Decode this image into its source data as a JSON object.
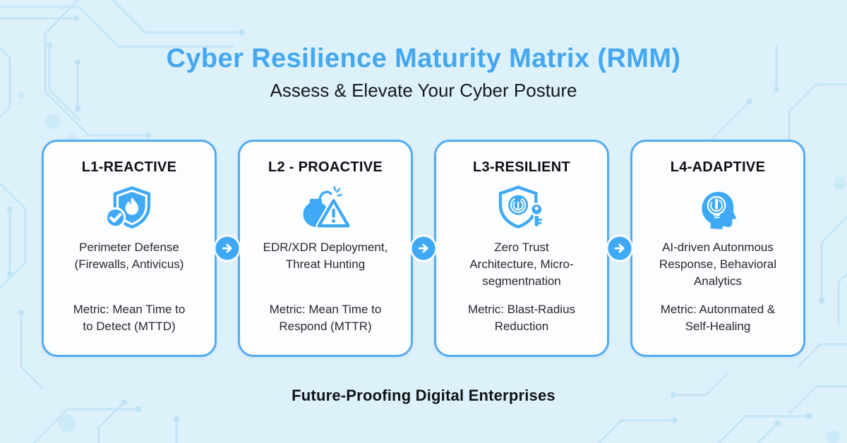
{
  "header": {
    "title": "Cyber Resilience Maturity Matrix (RMM)",
    "subtitle": "Assess & Elevate Your Cyber Posture"
  },
  "cards": [
    {
      "level": "L1-REACTIVE",
      "icon": "shield-check-flame-icon",
      "description": "Perimeter Defense\n(Firewalls, Antivicus)",
      "metric": "Metric: Mean Time to\nto Detect (MTTD)"
    },
    {
      "level": "L2 - PROACTIVE",
      "icon": "bomb-warning-icon",
      "description": "EDR/XDR Deployment,\nThreat Hunting",
      "metric": "Metric: Mean Time to\nRespond (MTTR)"
    },
    {
      "level": "L3-RESILIENT",
      "icon": "shield-fingerprint-key-icon",
      "description": "Zero Trust\nArchitecture, Micro-\nsegmentnation",
      "metric": "Metric: Blast-Radius\nReduction"
    },
    {
      "level": "L4-ADAPTIVE",
      "icon": "ai-head-bulb-icon",
      "description": "AI-driven Autonmous\nResponse, Behavioral\nAnalytics",
      "metric": "Metric: Autonmated &\nSelf-Healing"
    }
  ],
  "connector_icon": "arrow-right-icon",
  "footer": {
    "tagline": "Future-Proofing Digital Enterprises"
  },
  "colors": {
    "background": "#DDF1FB",
    "circuit_trace": "#C3E5F6",
    "accent_blue": "#3FA9F5",
    "title_blue": "#44A7F0",
    "card_border": "#54ABEE",
    "card_fill": "#FBFDFF",
    "text_dark": "#15181C"
  }
}
